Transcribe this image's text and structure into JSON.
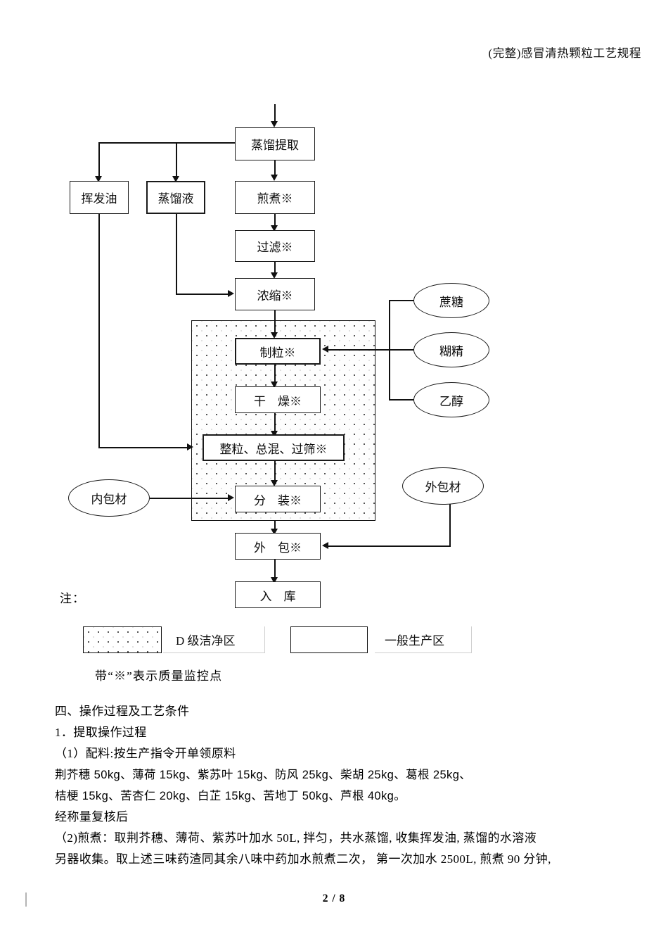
{
  "header": {
    "title": "(完整)感冒清热颗粒工艺规程"
  },
  "flowchart": {
    "nodes": {
      "distill_extract": "蒸馏提取",
      "volatile_oil": "挥发油",
      "distillate": "蒸馏液",
      "decoct": "煎煮※",
      "filter": "过滤※",
      "concentrate": "浓缩※",
      "granulate": "制粒※",
      "dry": "干　燥※",
      "sizing_mix_sieve": "整粒、总混、过筛※",
      "subpackage": "分　装※",
      "outer_pack": "外　包※",
      "warehouse": "入　库"
    },
    "materials": {
      "sucrose": "蔗糖",
      "dextrin": "糊精",
      "ethanol": "乙醇",
      "inner_packaging": "内包材",
      "outer_packaging": "外包材"
    }
  },
  "legend": {
    "note_label": "注：",
    "clean_area": "D 级洁净区",
    "general_area": "一般生产区",
    "qc_note": "带“※”表示质量监控点"
  },
  "content": {
    "section_heading": "四、操作过程及工艺条件",
    "step1_heading": "1．提取操作过程",
    "step1_1": "（1）配料:按生产指令开单领原料",
    "herbs_line1": "荆芥穗 50kg、薄荷 15kg、紫苏叶 15kg、防风 25kg、柴胡 25kg、葛根 25kg、",
    "herbs_line2": "桔梗 15kg、苦杏仁 20kg、白芷 15kg、苦地丁 50kg、芦根 40kg。",
    "after_weighing": "经称量复核后",
    "step1_2_line1": "（2)煎煮：取荆芥穗、薄荷、紫苏叶加水 50L, 拌匀，共水蒸馏, 收集挥发油, 蒸馏的水溶液",
    "step1_2_line2": "另器收集。取上述三味药渣同其余八味中药加水煎煮二次， 第一次加水 2500L, 煎煮 90 分钟,"
  },
  "footer": {
    "page": "2 / 8"
  }
}
